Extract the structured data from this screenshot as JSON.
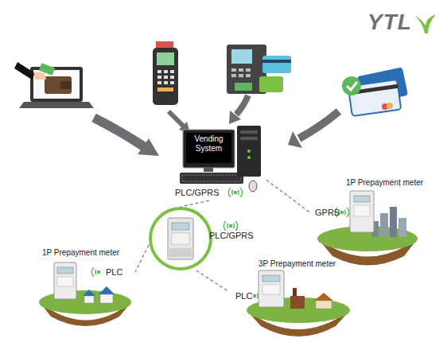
{
  "diagram": {
    "nodes": [
      {
        "text": [
          "Vending System",
          "PLC/GPRS"
        ]
      },
      {
        "text": [
          "PLC/GPRS"
        ]
      },
      {
        "text": [
          "1P Prepayment meter",
          "GPRS"
        ]
      },
      {
        "text": [
          "1P Prepayment meter",
          "PLC"
        ]
      },
      {
        "text": [
          "3P Prepayment meter",
          "PLC"
        ]
      }
    ],
    "edges": [
      {
        "from": 0,
        "to": 1,
        "arrow": "none"
      },
      {
        "from": 0,
        "to": 2,
        "arrow": "none"
      },
      {
        "from": 1,
        "to": 3,
        "arrow": "none"
      },
      {
        "from": 1,
        "to": 4,
        "arrow": "none"
      }
    ],
    "labels": [
      "YTL"
    ]
  }
}
